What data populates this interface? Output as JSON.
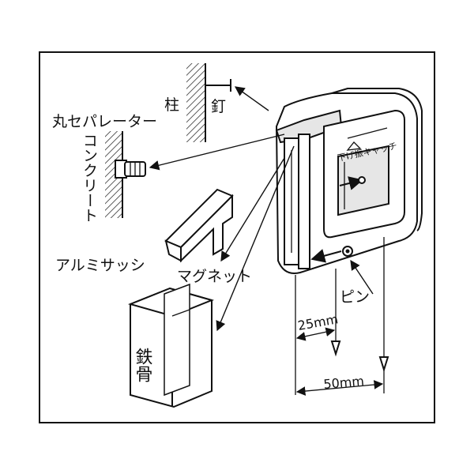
{
  "labels": {
    "pillar": "柱",
    "nail": "釘",
    "separator": "丸セパレーター",
    "concrete": "コンクリート",
    "aluminum_sash": "アルミサッシ",
    "magnet": "マグネット",
    "steel_frame": "鉄骨",
    "pin": "ピン",
    "device_label": "下げ振キャッチ"
  },
  "dimensions": {
    "d1": "25mm",
    "d2": "50mm"
  }
}
